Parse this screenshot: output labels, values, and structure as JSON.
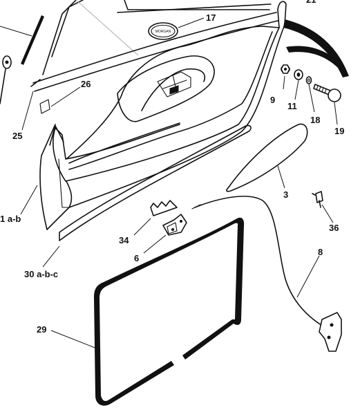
{
  "diagram": {
    "callouts": {
      "c17": "17",
      "c21": "21",
      "c26": "26",
      "c25": "25",
      "c9": "9",
      "c11": "11",
      "c18": "18",
      "c19": "19",
      "c3": "3",
      "c1ab": "1 a-b",
      "c36": "36",
      "c34": "34",
      "c6": "6",
      "c8": "8",
      "c30abc": "30 a-b-c",
      "c29": "29"
    }
  }
}
